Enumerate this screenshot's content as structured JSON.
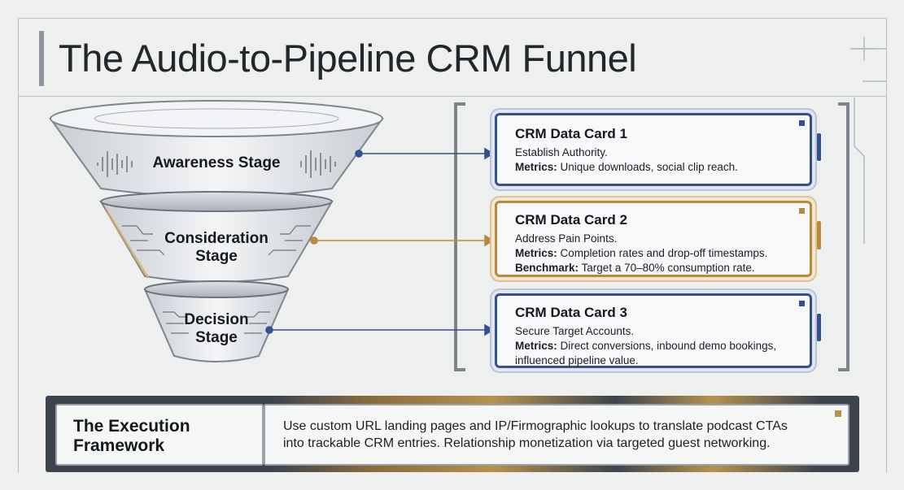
{
  "title": "The Audio-to-Pipeline CRM Funnel",
  "colors": {
    "blue": "#35508f",
    "gold": "#b9893d",
    "dark": "#3d444d"
  },
  "funnel": {
    "stages": [
      {
        "line1": "Awareness Stage",
        "line2": "",
        "accent": "#35508f"
      },
      {
        "line1": "Consideration",
        "line2": "Stage",
        "accent": "#b9893d"
      },
      {
        "line1": "Decision",
        "line2": "Stage",
        "accent": "#35508f"
      }
    ]
  },
  "cards": [
    {
      "title": "CRM Data Card 1",
      "text": "Establish Authority.",
      "metrics_label": "Metrics:",
      "metrics": "Unique downloads, social clip reach."
    },
    {
      "title": "CRM Data Card 2",
      "text": "Address Pain Points.",
      "metrics_label": "Metrics:",
      "metrics": "Completion rates and drop-off timestamps.",
      "benchmark_label": "Benchmark:",
      "benchmark": "Target a 70–80% consumption rate."
    },
    {
      "title": "CRM Data Card 3",
      "text": "Secure Target Accounts.",
      "metrics_label": "Metrics:",
      "metrics": "Direct conversions, inbound demo bookings, influenced pipeline value."
    }
  ],
  "execution": {
    "title_line1": "The Execution",
    "title_line2": "Framework",
    "text_line1": "Use custom URL landing pages and IP/Firmographic lookups to translate podcast CTAs",
    "text_line2": "into trackable CRM entries. Relationship monetization via targeted guest networking."
  }
}
